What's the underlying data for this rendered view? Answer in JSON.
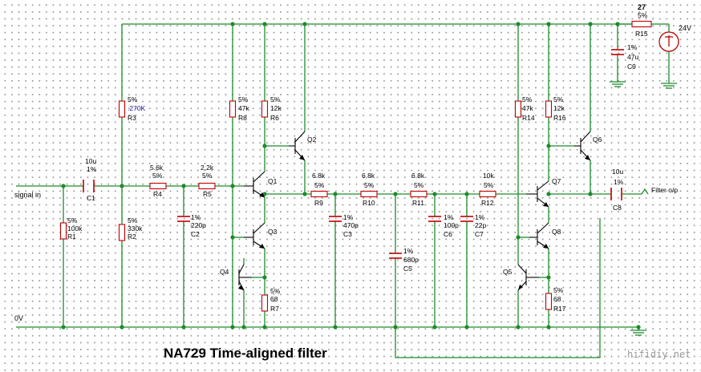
{
  "title": "NA729 Time-aligned filter",
  "watermark": "hifidiy.net",
  "labels": {
    "signal_in": "signal in",
    "zero_v": "0V",
    "filter_out": "Filter o/p",
    "supply": "24V"
  },
  "components": {
    "C1": {
      "tol": "1%",
      "value": "10u",
      "ref": "C1"
    },
    "C2": {
      "tol": "1%",
      "value": "220p",
      "ref": "C2"
    },
    "C3": {
      "tol": "1%",
      "value": "470p",
      "ref": "C3"
    },
    "C5": {
      "tol": "1%",
      "value": "680p",
      "ref": "C5"
    },
    "C6": {
      "tol": "1%",
      "value": "100p",
      "ref": "C6"
    },
    "C7": {
      "tol": "1%",
      "value": "22p",
      "ref": "C7"
    },
    "C8": {
      "tol": "1%",
      "value": "10u",
      "ref": "C8"
    },
    "C9": {
      "tol": "1%",
      "value": "47u",
      "ref": "C9"
    },
    "R1": {
      "tol": "5%",
      "value": "100k",
      "ref": "R1"
    },
    "R2": {
      "tol": "5%",
      "value": "330k",
      "ref": "R2"
    },
    "R3": {
      "tol": "5%",
      "value": ".270K",
      "ref": "R3"
    },
    "R4": {
      "tol": "5%",
      "value": "5.6k",
      "ref": "R4"
    },
    "R5": {
      "tol": "5%",
      "value": "2.2k",
      "ref": "R5"
    },
    "R6": {
      "tol": "5%",
      "value": "12k",
      "ref": "R6"
    },
    "R7": {
      "tol": "5%",
      "value": "68",
      "ref": "R7"
    },
    "R8": {
      "tol": "5%",
      "value": "47k",
      "ref": "R8"
    },
    "R9": {
      "tol": "5%",
      "value": "6.8k",
      "ref": "R9"
    },
    "R10": {
      "tol": "5%",
      "value": "6.8k",
      "ref": "R10"
    },
    "R11": {
      "tol": "5%",
      "value": "6.8k",
      "ref": "R11"
    },
    "R12": {
      "tol": "5%",
      "value": "10k",
      "ref": "R12"
    },
    "R14": {
      "tol": "5%",
      "value": "47k",
      "ref": "R14"
    },
    "R15": {
      "tol": "5%",
      "value": "27",
      "ref": "R15"
    },
    "R16": {
      "tol": "5%",
      "value": "12k",
      "ref": "R16"
    },
    "R17": {
      "tol": "5%",
      "value": "68",
      "ref": "R17"
    }
  },
  "transistors": {
    "Q1": "Q1",
    "Q2": "Q2",
    "Q3": "Q3",
    "Q4": "Q4",
    "Q5": "Q5",
    "Q6": "Q6",
    "Q7": "Q7",
    "Q8": "Q8"
  }
}
